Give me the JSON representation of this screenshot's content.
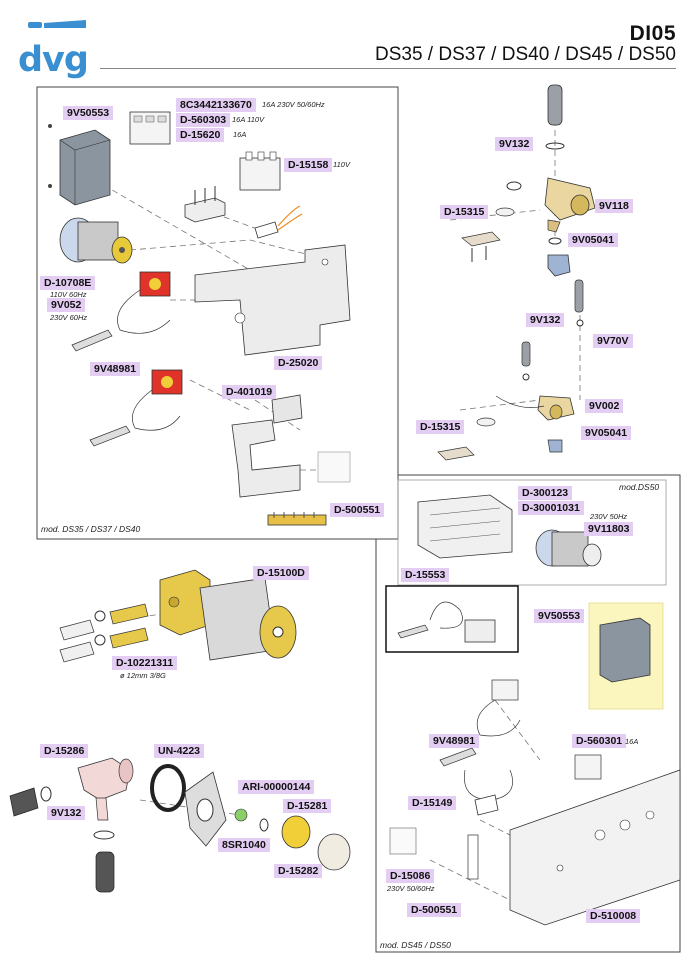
{
  "header": {
    "brand": "dvg",
    "code": "DI05",
    "models": "DS35 / DS37 / DS40 / DS45 / DS50"
  },
  "colors": {
    "tag_bg": "#e3cdf2",
    "brand_blue": "#3a8fd0",
    "highlight": "#fbf5be"
  },
  "parts": {
    "p9V50553_a": "9V50553",
    "p8C3442133670": "8C3442133670",
    "pD560303_a": "D-560303",
    "pD15620": "D-15620",
    "pD15158": "D-15158",
    "pD10708E": "D-10708E",
    "p9V052": "9V052",
    "p9V48981_a": "9V48981",
    "pD25020": "D-25020",
    "pD401019": "D-401019",
    "pD500551_a": "D-500551",
    "p9V132_a": "9V132",
    "pD15315_a": "D-15315",
    "p9V118": "9V118",
    "p9V05041_a": "9V05041",
    "p9V132_b": "9V132",
    "p9V70V": "9V70V",
    "p9V002": "9V002",
    "pD15315_b": "D-15315",
    "p9V05041_b": "9V05041",
    "pD300123": "D-300123",
    "pD30001031": "D-30001031",
    "p9V11803": "9V11803",
    "pD15553": "D-15553",
    "p9V50553_b": "9V50553",
    "p9V48981_b": "9V48981",
    "pD560301": "D-560301",
    "pD15149": "D-15149",
    "pD15086": "D-15086",
    "pD500551_b": "D-500551",
    "pD510008": "D-510008",
    "pD15100D": "D-15100D",
    "pD10221311": "D-10221311",
    "pD15286": "D-15286",
    "pUN4223": "UN-4223",
    "pARI00000144": "ARI-00000144",
    "pD15281": "D-15281",
    "p9V132_c": "9V132",
    "p8SR1040": "8SR1040",
    "pD15282": "D-15282"
  },
  "notes": {
    "n8C344": "16A 230V 50/60Hz",
    "nD560303": "16A 110V",
    "nD15620": "16A",
    "nD15158": "110V",
    "nD10708E": "110V 60Hz",
    "n9V052": "230V 60Hz",
    "n9V11803": "230V 50Hz",
    "nD560301": "16A",
    "nD10221311": "ø 12mm 3/8G",
    "nD15086": "230V 50/60Hz"
  },
  "captions": {
    "left_box": "mod. DS35 / DS37 / DS40",
    "ds50_box": "mod.DS50",
    "right_box": "mod. DS45 / DS50"
  }
}
